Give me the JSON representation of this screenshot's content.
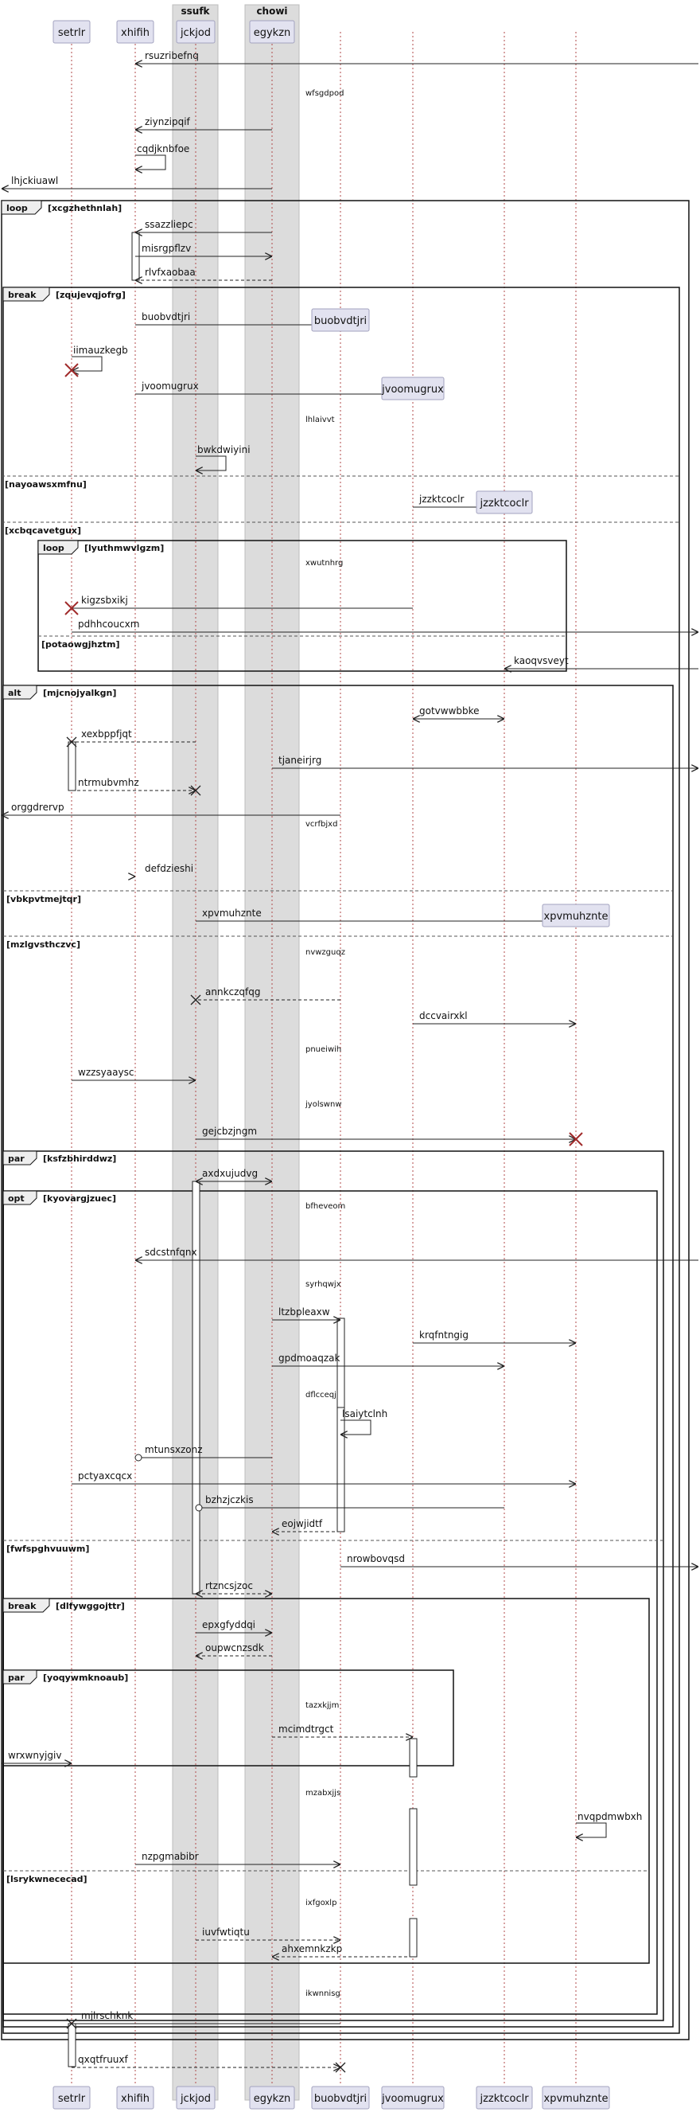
{
  "boxes": [
    {
      "title": "ssufk"
    },
    {
      "title": "chowi"
    }
  ],
  "participants": [
    {
      "id": "setrlr",
      "label": "setrlr"
    },
    {
      "id": "xhifih",
      "label": "xhifih"
    },
    {
      "id": "jckjod",
      "label": "jckjod"
    },
    {
      "id": "egykzn",
      "label": "egykzn"
    },
    {
      "id": "buobvdtjri",
      "label": "buobvdtjri"
    },
    {
      "id": "jvoomugrux",
      "label": "jvoomugrux"
    },
    {
      "id": "jzzktcoclr",
      "label": "jzzktcoclr"
    },
    {
      "id": "xpvmuhznte",
      "label": "xpvmuhznte"
    }
  ],
  "messages": [
    {
      "from": "right-edge",
      "to": "xhifih",
      "text": "rsuzribefnq"
    },
    {
      "from": "egykzn",
      "to": "xhifih",
      "text": "ziynzipqif"
    },
    {
      "from": "xhifih",
      "to": "xhifih",
      "text": "cqdjknbfoe"
    },
    {
      "from": "egykzn",
      "to": "left-edge",
      "text": "lhjckiuawl"
    },
    {
      "from": "egykzn",
      "to": "xhifih",
      "text": "ssazzliepc"
    },
    {
      "from": "xhifih",
      "to": "egykzn",
      "text": "misrgpflzv"
    },
    {
      "from": "egykzn",
      "to": "xhifih",
      "text": "rlvfxaobaa"
    },
    {
      "from": "xhifih",
      "to": "buobvdtjri",
      "text": "buobvdtjri"
    },
    {
      "from": "setrlr",
      "to": "setrlr",
      "text": "iimauzkegb"
    },
    {
      "from": "xhifih",
      "to": "jvoomugrux",
      "text": "jvoomugrux"
    },
    {
      "from": "jckjod",
      "to": "jckjod",
      "text": "bwkdwiyini"
    },
    {
      "from": "jvoomugrux",
      "to": "jzzktcoclr",
      "text": "jzzktcoclr"
    },
    {
      "from": "jvoomugrux",
      "to": "setrlr",
      "text": "kigzsbxikj"
    },
    {
      "from": "setrlr",
      "to": "right-edge",
      "text": "pdhhcoucxm"
    },
    {
      "from": "right-edge",
      "to": "jzzktcoclr",
      "text": "kaoqvsveyt"
    },
    {
      "from": "jvoomugrux",
      "to": "jzzktcoclr",
      "text": "gotvwwbbke"
    },
    {
      "from": "jckjod",
      "to": "setrlr",
      "text": "xexbppfjqt"
    },
    {
      "from": "egykzn",
      "to": "right-edge",
      "text": "tjaneirjrg"
    },
    {
      "from": "setrlr",
      "to": "jckjod",
      "text": "ntrmubvmhz"
    },
    {
      "from": "buobvdtjri",
      "to": "left-edge",
      "text": "orggdrervp"
    },
    {
      "from": "xhifih",
      "to": "xhifih",
      "text": "defdzieshi"
    },
    {
      "from": "jckjod",
      "to": "xpvmuhznte",
      "text": "xpvmuhznte"
    },
    {
      "from": "buobvdtjri",
      "to": "jckjod",
      "text": "annkczqfqg"
    },
    {
      "from": "jvoomugrux",
      "to": "xpvmuhznte",
      "text": "dccvairxkl"
    },
    {
      "from": "setrlr",
      "to": "jckjod",
      "text": "wzzsyaaysc"
    },
    {
      "from": "jckjod",
      "to": "xpvmuhznte",
      "text": "gejcbzjngm"
    },
    {
      "from": "jckjod",
      "to": "egykzn",
      "text": "axdxujudvg"
    },
    {
      "from": "right-edge",
      "to": "xhifih",
      "text": "sdcstnfqnx"
    },
    {
      "from": "egykzn",
      "to": "buobvdtjri",
      "text": "ltzbpleaxw"
    },
    {
      "from": "jvoomugrux",
      "to": "xpvmuhznte",
      "text": "krqfntngig"
    },
    {
      "from": "egykzn",
      "to": "jzzktcoclr",
      "text": "gpdmoaqzak"
    },
    {
      "from": "buobvdtjri",
      "to": "buobvdtjri",
      "text": "lsaiytclnh"
    },
    {
      "from": "egykzn",
      "to": "xhifih",
      "text": "mtunsxzonz"
    },
    {
      "from": "setrlr",
      "to": "xpvmuhznte",
      "text": "pctyaxcqcx"
    },
    {
      "from": "jzzktcoclr",
      "to": "jckjod",
      "text": "bzhzjczkis"
    },
    {
      "from": "buobvdtjri",
      "to": "egykzn",
      "text": "eojwjidtf"
    },
    {
      "from": "buobvdtjri",
      "to": "right-edge",
      "text": "nrowbovqsd"
    },
    {
      "from": "egykzn",
      "to": "jckjod",
      "text": "rtzncsjzoc"
    },
    {
      "from": "jckjod",
      "to": "egykzn",
      "text": "epxgfyddqi"
    },
    {
      "from": "egykzn",
      "to": "jckjod",
      "text": "oupwcnzsdk"
    },
    {
      "from": "egykzn",
      "to": "jvoomugrux",
      "text": "mcimdtrgct"
    },
    {
      "from": "left-edge",
      "to": "setrlr",
      "text": "wrxwnyjgiv"
    },
    {
      "from": "xpvmuhznte",
      "to": "xpvmuhznte",
      "text": "nvqpdmwbxh"
    },
    {
      "from": "xhifih",
      "to": "buobvdtjri",
      "text": "nzpgmabibr"
    },
    {
      "from": "jckjod",
      "to": "buobvdtjri",
      "text": "iuvfwtiqtu"
    },
    {
      "from": "jvoomugrux",
      "to": "egykzn",
      "text": "ahxemnkzkp"
    },
    {
      "from": "buobvdtjri",
      "to": "setrlr",
      "text": "mjlrschknk"
    },
    {
      "from": "setrlr",
      "to": "buobvdtjri",
      "text": "qxqtfruuxf"
    }
  ],
  "notes": [
    "wfsgdpod",
    "lhlaivvt",
    "xwutnhrg",
    "vcrfbjxd",
    "nvwzguqz",
    "pnueiwih",
    "jyolswnw",
    "bfheveom",
    "syrhqwjx",
    "dflcceqj",
    "tazxkjjm",
    "mzabxjjs",
    "ixfgoxlp",
    "ikwnnisg"
  ],
  "fragments": [
    {
      "kind": "loop",
      "guard": "[xcgzhethnlah]"
    },
    {
      "kind": "break",
      "guard": "[zqujevqjofrg]"
    },
    {
      "kind": "",
      "guard": "[nayoawsxmfnu]"
    },
    {
      "kind": "",
      "guard": "[xcbqcavetgux]"
    },
    {
      "kind": "loop",
      "guard": "[lyuthmwvlgzm]"
    },
    {
      "kind": "",
      "guard": "[potaowgjhztm]"
    },
    {
      "kind": "alt",
      "guard": "[mjcnojyalkgn]"
    },
    {
      "kind": "",
      "guard": "[vbkpvtmejtqr]"
    },
    {
      "kind": "",
      "guard": "[mzlgvsthczvc]"
    },
    {
      "kind": "par",
      "guard": "[ksfzbhirddwz]"
    },
    {
      "kind": "opt",
      "guard": "[kyovargjzuec]"
    },
    {
      "kind": "",
      "guard": "[fwfspghvuuwm]"
    },
    {
      "kind": "break",
      "guard": "[dlfywggojttr]"
    },
    {
      "kind": "par",
      "guard": "[yoqywmknoaub]"
    },
    {
      "kind": "",
      "guard": "[lsrykwnececad]"
    }
  ]
}
